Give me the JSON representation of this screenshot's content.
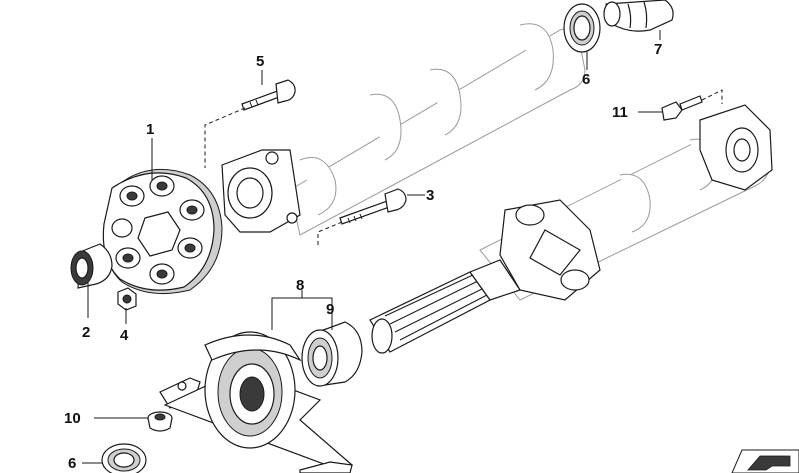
{
  "callouts": {
    "c1": "1",
    "c2": "2",
    "c3": "3",
    "c4": "4",
    "c5": "5",
    "c6_top": "6",
    "c6_bottom": "6",
    "c7": "7",
    "c8": "8",
    "c9": "9",
    "c10": "10",
    "c11": "11"
  },
  "icons": {
    "corner": "flip-arrow-icon"
  },
  "colors": {
    "line": "#1a1a1a",
    "ghost_line": "#9a9a9a",
    "shade": "#cfcfcf"
  }
}
